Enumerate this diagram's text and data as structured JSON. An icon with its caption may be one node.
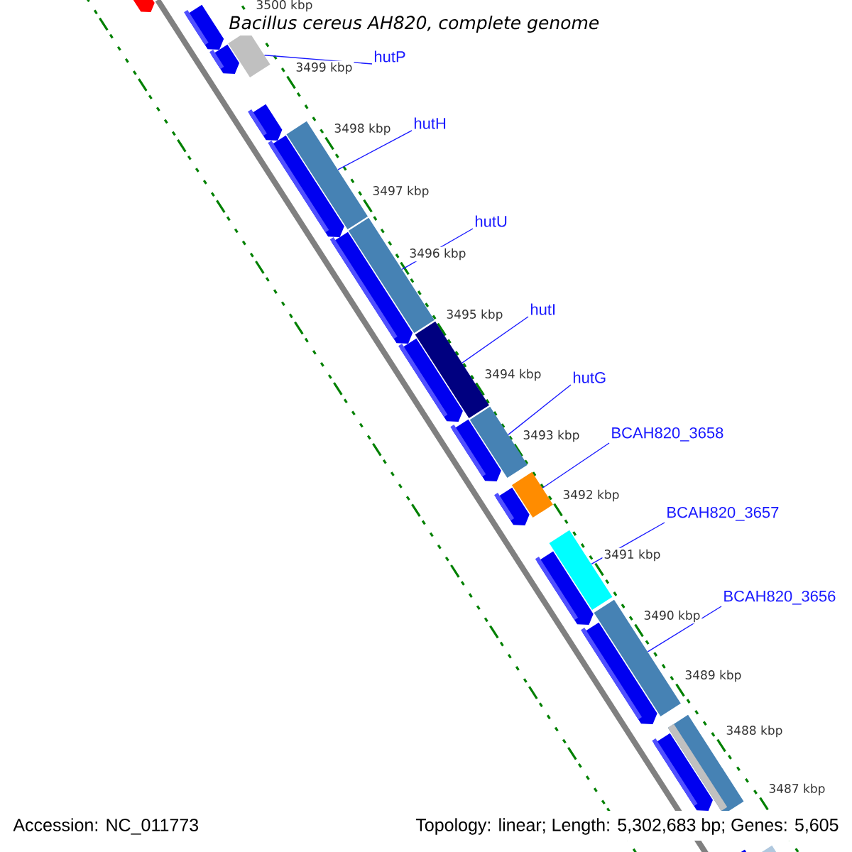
{
  "diagram": {
    "title": "*Bacillus cereus AH820, complete genome*",
    "nodes": [
      {
        "text": [
          "hutP"
        ]
      },
      {
        "text": [
          "hutH"
        ]
      },
      {
        "text": [
          "hutU"
        ]
      },
      {
        "text": [
          "hutI"
        ]
      },
      {
        "text": [
          "hutG"
        ]
      },
      {
        "text": [
          "BCAH820_3658"
        ]
      },
      {
        "text": [
          "BCAH820_3657"
        ]
      },
      {
        "text": [
          "BCAH820_3656"
        ]
      },
      {
        "text": [],
        "shape": "pentagon"
      },
      {
        "text": [],
        "shape": "pentagon"
      },
      {
        "text": [],
        "shape": "bar"
      },
      {
        "text": [],
        "shape": "pentagon"
      },
      {
        "text": [],
        "shape": "pentagon"
      },
      {
        "text": [],
        "shape": "bar"
      },
      {
        "text": [],
        "shape": "pentagon"
      },
      {
        "text": [],
        "shape": "bar"
      },
      {
        "text": [],
        "shape": "pentagon"
      },
      {
        "text": [],
        "shape": "bar"
      },
      {
        "text": [],
        "shape": "pentagon"
      },
      {
        "text": [],
        "shape": "bar"
      },
      {
        "text": [],
        "shape": "pentagon"
      },
      {
        "text": [],
        "shape": "bar"
      },
      {
        "text": [],
        "shape": "pentagon"
      },
      {
        "text": [],
        "shape": "bar"
      },
      {
        "text": [],
        "shape": "pentagon"
      },
      {
        "text": [],
        "shape": "bar"
      },
      {
        "text": [],
        "shape": "pentagon"
      },
      {
        "text": [],
        "shape": "bar"
      },
      {
        "text": [],
        "shape": "pentagon"
      },
      {
        "text": [],
        "shape": "bar"
      },
      {
        "text": [],
        "shape": "pentagon"
      }
    ],
    "edges": [
      {
        "from": 0,
        "to": 10,
        "arrow": "none"
      },
      {
        "from": 1,
        "to": 13,
        "arrow": "none"
      },
      {
        "from": 2,
        "to": 15,
        "arrow": "none"
      },
      {
        "from": 3,
        "to": 17,
        "arrow": "none"
      },
      {
        "from": 4,
        "to": 19,
        "arrow": "none"
      },
      {
        "from": 5,
        "to": 21,
        "arrow": "none"
      },
      {
        "from": 6,
        "to": 23,
        "arrow": "none"
      },
      {
        "from": 7,
        "to": 25,
        "arrow": "none"
      }
    ],
    "labels": [
      "3500 kbp",
      "3499 kbp",
      "3498 kbp",
      "3497 kbp",
      "3496 kbp",
      "3495 kbp",
      "3494 kbp",
      "3493 kbp",
      "3492 kbp",
      "3491 kbp",
      "3490 kbp",
      "3489 kbp",
      "3488 kbp",
      "3487 kbp",
      "Accession: NC_011773",
      "Topology: linear; Length: 5,302,683 bp; Genes: 5,605"
    ]
  }
}
